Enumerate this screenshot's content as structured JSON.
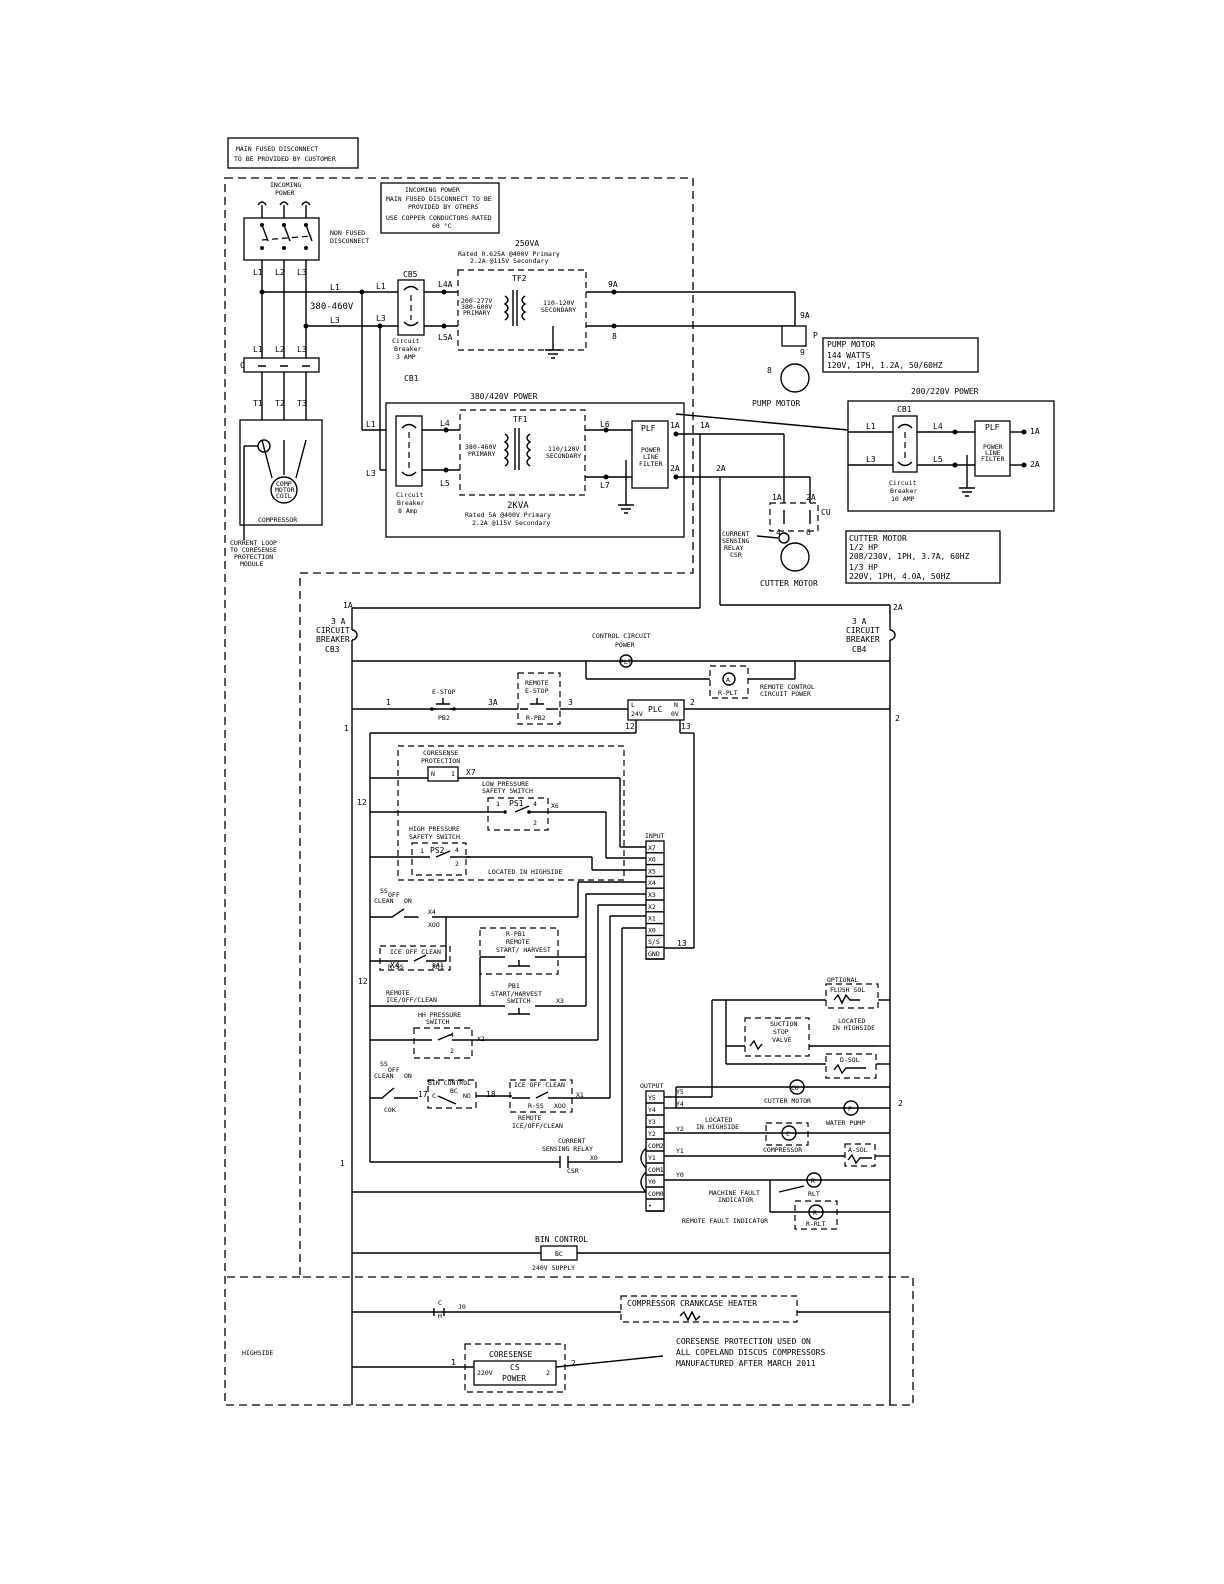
{
  "notes": {
    "main_disconnect": [
      "MAIN FUSED DISCONNECT",
      "TO BE PROVIDED BY CUSTOMER"
    ],
    "incoming_power": [
      "INCOMING POWER",
      "MAIN FUSED DISCONNECT TO BE",
      "PROVIDED BY OTHERS",
      "USE COPPER CONDUCTORS RATED",
      "60 °C"
    ],
    "incoming_power_label": [
      "INCOMING",
      "POWER"
    ],
    "non_fused_disconnect": [
      "NON FUSED",
      "DISCONNECT"
    ],
    "voltage_380_460": "380-460V",
    "current_loop": [
      "CURRENT LOOP",
      "TO CORESENSE",
      "PROTECTION",
      "MODULE"
    ],
    "highside": "HIGHSIDE",
    "coresense_note": [
      "CORESENSE PROTECTION USED ON",
      "ALL COPELAND DISCUS COMPRESSORS",
      "MANUFACTURED AFTER MARCH 2011"
    ]
  },
  "tf2": {
    "title": "250VA",
    "rating": [
      "Rated 0.625A @400V Primary",
      "2.2A @115V Secondary"
    ],
    "label": "TF2",
    "primary": [
      "200-277V",
      "380-600V",
      "PRIMARY"
    ],
    "secondary": [
      "110-120V",
      "SECONDARY"
    ]
  },
  "tf1": {
    "title": "380/420V POWER",
    "label": "TF1",
    "primary": [
      "380-460V",
      "PRIMARY"
    ],
    "secondary": [
      "110/120V",
      "SECONDARY"
    ],
    "kva": "2KVA",
    "rating": [
      "Rated 5A @400V Primary",
      "2.2A @115V Secondary"
    ]
  },
  "breakers": {
    "cb5": "CB5",
    "cb5_desc": [
      "Circuit",
      "Breaker",
      "3 AMP"
    ],
    "cb1_label": "CB1",
    "cb1_desc": [
      "Circuit",
      "Breaker",
      "8 Amp"
    ],
    "cb1_alt": "CB1",
    "cb1_alt_desc": [
      "Circuit",
      "Breaker",
      "10 AMP"
    ],
    "cb3": [
      "3 A",
      "CIRCUIT",
      "BREAKER",
      "CB3"
    ],
    "cb4": [
      "3 A",
      "CIRCUIT",
      "BREAKER",
      "CB4"
    ]
  },
  "plf": {
    "label": "PLF",
    "desc": [
      "POWER",
      "LINE",
      "FILTER"
    ]
  },
  "power_200_220": "200/220V POWER",
  "pump_motor": {
    "label": "PUMP MOTOR",
    "spec": [
      "PUMP MOTOR",
      "144 WATTS",
      "120V, 1PH, 1.2A, 50/60HZ"
    ]
  },
  "cutter_motor": {
    "label": "CUTTER MOTOR",
    "spec": [
      "CUTTER MOTOR",
      "1/2 HP",
      "208/230V, 1PH, 3.7A, 60HZ",
      "1/3 HP",
      "220V, 1PH, 4.0A, 50HZ"
    ],
    "csr": [
      "CURRENT",
      "SENSING",
      "RELAY",
      "CSR"
    ],
    "cu": "CU"
  },
  "compressor": {
    "label": "COMPRESSOR",
    "motor": [
      "COMP",
      "MOTOR",
      "COIL"
    ]
  },
  "wire_labels": {
    "L1": "L1",
    "L2": "L2",
    "L3": "L3",
    "T1": "T1",
    "T2": "T2",
    "T3": "T3",
    "C": "C",
    "L4A": "L4A",
    "L5A": "L5A",
    "L4": "L4",
    "L5": "L5",
    "L6": "L6",
    "L7": "L7",
    "w9A": "9A",
    "w8": "8",
    "w9": "9",
    "P": "P",
    "w1A": "1A",
    "w2A": "2A",
    "w1": "1",
    "w2": "2",
    "w3": "3",
    "w3A": "3A",
    "w4": "4",
    "w6": "6",
    "w12": "12",
    "w13": "13",
    "w17": "17",
    "w18": "18"
  },
  "control": {
    "ccp": [
      "CONTROL CIRCUIT",
      "POWER"
    ],
    "plt": "PLT",
    "rplt": "R-PLT",
    "remote_ccp": [
      "REMOTE CONTROL",
      "CIRCUIT POWER"
    ],
    "estop": "E-STOP",
    "pb2": "PB2",
    "remote_estop": [
      "REMOTE",
      "E-STOP"
    ],
    "rpb2": "R-PB2",
    "plc": "PLC",
    "plc_l": [
      "L",
      "24V"
    ],
    "plc_n": [
      "N",
      "0V"
    ],
    "coresense": [
      "CORESENSE",
      "PROTECTION"
    ],
    "x7": "X7",
    "lps": [
      "LOW PRESSURE",
      "SAFETY SWITCH"
    ],
    "ps1": "PS1",
    "x6": "X6",
    "hps": [
      "HIGH PRESSURE",
      "SAFETY SWITCH"
    ],
    "ps2": "PS2",
    "located_highside": "LOCATED IN HIGHSIDE",
    "input": "INPUT",
    "inputs": [
      "X7",
      "X6",
      "X5",
      "X4",
      "X3",
      "X2",
      "X1",
      "X0",
      "S/S",
      "GND"
    ],
    "ss": "SS",
    "ss_pos": [
      "CLEAN",
      "OFF",
      "ON"
    ],
    "x4": "X4",
    "xoo": "XOO",
    "rpb1": [
      "R-PB1",
      "REMOTE",
      "START/ HARVEST"
    ],
    "rss_top": "ICE OFF CLEAN",
    "rss": "R-SS",
    "x41": "X41",
    "xo1": "XO1",
    "remote_ice": [
      "REMOTE",
      "ICE/OFF/CLEAN"
    ],
    "pb1": [
      "PB1",
      "START/HARVEST",
      "SWITCH"
    ],
    "x3": "X3",
    "hh": [
      "HH PRESSURE",
      "SWITCH"
    ],
    "x2": "X2",
    "bin_control": "BIN CONTROL",
    "bc": "BC",
    "cok": "COK",
    "c": "C",
    "no": "NO",
    "x1": "X1",
    "rss2": "R-SS",
    "xoo2": "XOO",
    "remote_ice2": [
      "REMOTE",
      "ICE/OFF/CLEAN"
    ],
    "csr": [
      "CURRENT",
      "SENSING RELAY",
      "CSR"
    ],
    "x0": "X0",
    "output": "OUTPUT",
    "outputs": [
      "Y5",
      "Y4",
      "Y3",
      "Y2",
      "COM2",
      "Y1",
      "COM1",
      "Y0",
      "COM0",
      "•"
    ],
    "y5": "Y5",
    "y4": "Y4",
    "y2": "Y2",
    "y1": "Y1",
    "y0": "Y0",
    "optional": "OPTIONAL",
    "flush": "FLUSH SOL",
    "suction": [
      "SUCTION",
      "STOP",
      "VALVE"
    ],
    "located_in_highside": [
      "LOCATED",
      "IN HIGHSIDE"
    ],
    "dsol": "D-SOL",
    "cu": "CU",
    "cutter_motor": "CUTTER MOTOR",
    "p": "P",
    "water_pump": "WATER PUMP",
    "located2": [
      "LOCATED",
      "IN HIGHSIDE"
    ],
    "c_sym": "C",
    "compressor": "COMPRESSOR",
    "asol": "A-SOL",
    "r": "R",
    "mfi": [
      "MACHINE FAULT",
      "INDICATOR"
    ],
    "rlt": "RLT",
    "rfi": "REMOTE FAULT INDICATOR",
    "rrlt": "R-RLT",
    "bin_control2": "BIN CONTROL",
    "bc2": "BC",
    "supply": "240V SUPPLY",
    "c_h": "C",
    "h": "H",
    "j0": "J0",
    "crankcase": "COMPRESSOR CRANKCASE HEATER",
    "coresense_box": "CORESENSE",
    "cs": [
      "CS",
      "POWER"
    ],
    "v220": "220V"
  }
}
